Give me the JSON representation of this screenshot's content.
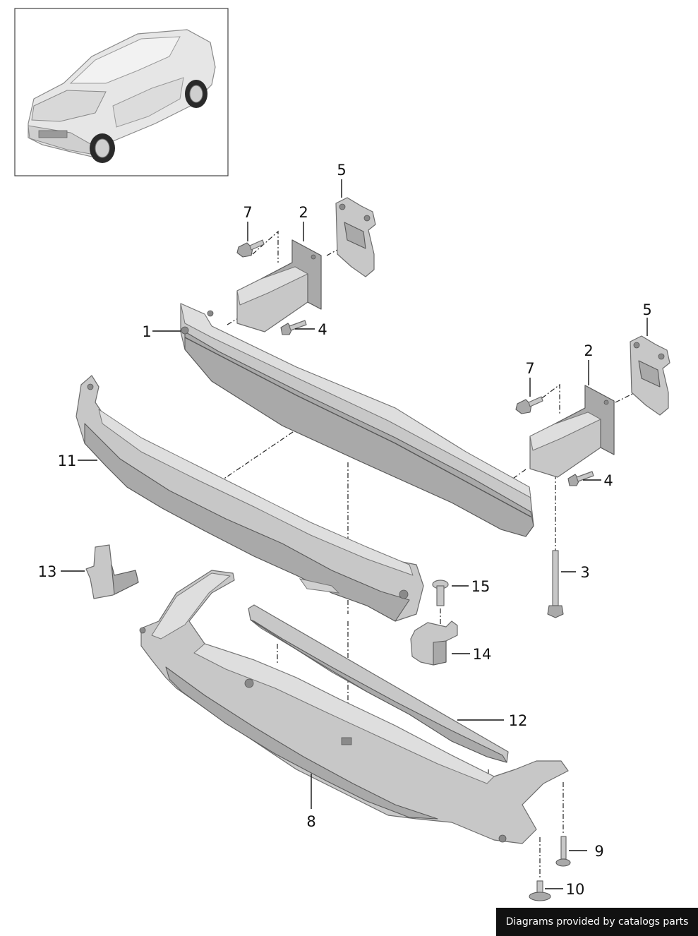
{
  "credit": "Diagrams provided by catalogs parts",
  "callouts": {
    "c1": "1",
    "c2a": "2",
    "c2b": "2",
    "c3": "3",
    "c4a": "4",
    "c4b": "4",
    "c5a": "5",
    "c5b": "5",
    "c7a": "7",
    "c7b": "7",
    "c8": "8",
    "c9": "9",
    "c10": "10",
    "c11": "11",
    "c12": "12",
    "c13": "13",
    "c14": "14",
    "c15": "15"
  },
  "colors": {
    "part_fill": "#c7c7c7",
    "part_stroke": "#6c6c6c",
    "line": "#111111",
    "credit_bg": "#111111"
  }
}
